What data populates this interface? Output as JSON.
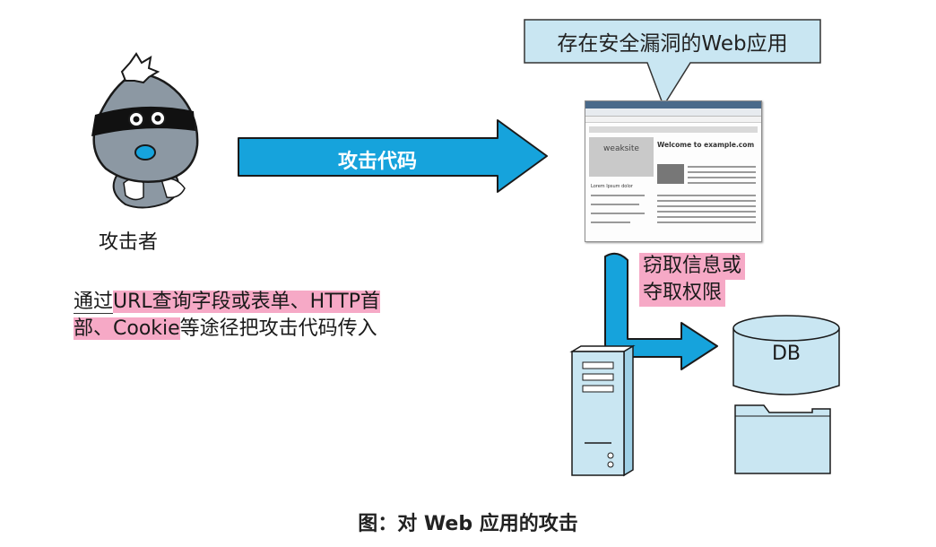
{
  "callout": {
    "text": "存在安全漏洞的Web应用"
  },
  "attacker": {
    "label": "攻击者"
  },
  "attack_arrow": {
    "label": "攻击代码"
  },
  "description": {
    "line1_plain": "通过",
    "line1_highlight": "URL查询字段或表单、HTTP首",
    "line2_highlight": "部、Cookie",
    "line2_plain": "等途径把攻击代码传入"
  },
  "steal": {
    "line1": "窃取信息或",
    "line2": "夺取权限"
  },
  "database": {
    "label": "DB"
  },
  "browser": {
    "banner_title": "weaksite",
    "welcome_heading": "Welcome to example.com",
    "sidebar_title": "Lorem Ipsum dolor"
  },
  "caption": {
    "text": "图：对 Web 应用的攻击"
  },
  "colors": {
    "arrow": "#16a3dc",
    "highlight": "#f6a9c6",
    "box_fill": "#c9e6f2",
    "attacker_head": "#8c98a3"
  }
}
